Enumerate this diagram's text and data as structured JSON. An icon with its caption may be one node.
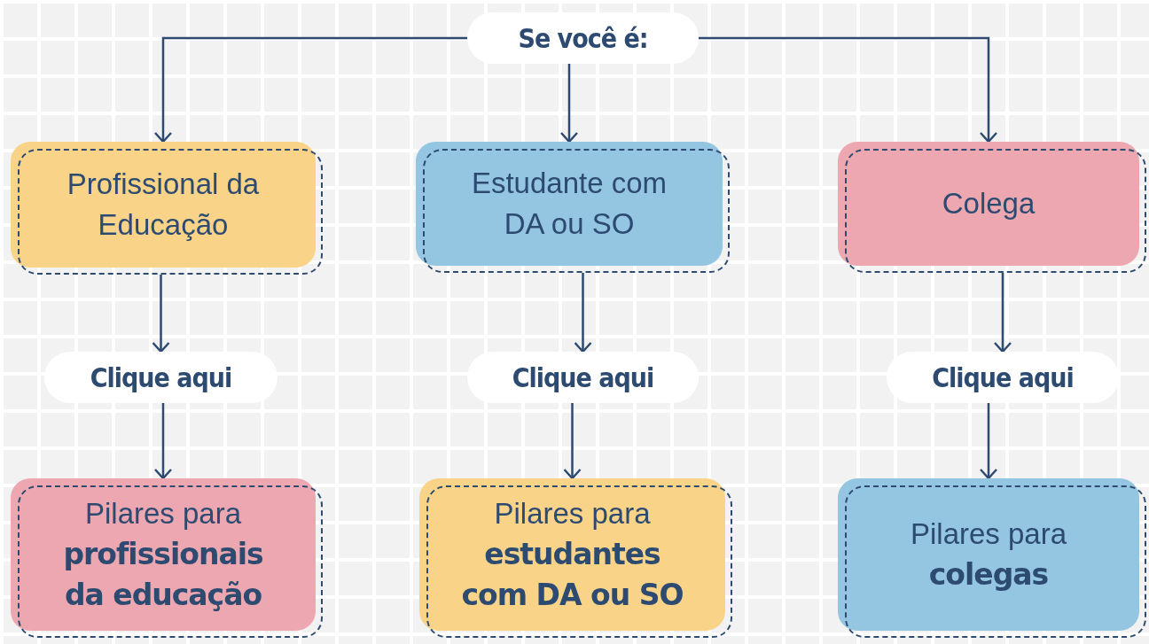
{
  "diagram": {
    "nodes": [
      {
        "text": [
          "Se você é:"
        ]
      },
      {
        "text": [
          "Profissional da Educação"
        ]
      },
      {
        "text": [
          "Estudante com DA ou SO"
        ]
      },
      {
        "text": [
          "Colega"
        ]
      },
      {
        "text": [
          "Clique aqui"
        ]
      },
      {
        "text": [
          "Clique aqui"
        ]
      },
      {
        "text": [
          "Clique aqui"
        ]
      },
      {
        "text": [
          "Pilares para **profissionais da educação**"
        ]
      },
      {
        "text": [
          "Pilares para **estudantes com DA ou SO**"
        ]
      },
      {
        "text": [
          "Pilares para **colegas**"
        ]
      }
    ],
    "edges": [
      {
        "from": 0,
        "to": 1,
        "arrow": "to"
      },
      {
        "from": 0,
        "to": 2,
        "arrow": "to"
      },
      {
        "from": 0,
        "to": 3,
        "arrow": "to"
      },
      {
        "from": 1,
        "to": 4,
        "arrow": "to"
      },
      {
        "from": 4,
        "to": 7,
        "arrow": "to"
      },
      {
        "from": 2,
        "to": 5,
        "arrow": "to"
      },
      {
        "from": 5,
        "to": 8,
        "arrow": "to"
      },
      {
        "from": 3,
        "to": 6,
        "arrow": "to"
      },
      {
        "from": 6,
        "to": 9,
        "arrow": "to"
      }
    ]
  }
}
